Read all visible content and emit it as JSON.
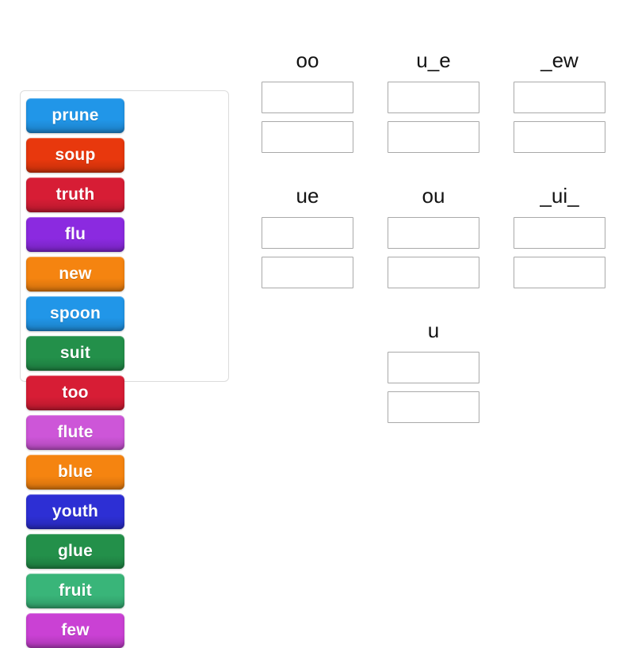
{
  "activity": {
    "type": "group-sort",
    "background_color": "#ffffff"
  },
  "tile_panel": {
    "name": "word-tile-tray",
    "border_color": "#dcdcdc",
    "tiles": [
      {
        "label": "prune",
        "color": "#2196e8"
      },
      {
        "label": "soup",
        "color": "#e8380d"
      },
      {
        "label": "truth",
        "color": "#d71d35"
      },
      {
        "label": "flu",
        "color": "#8b2ae0"
      },
      {
        "label": "new",
        "color": "#f58410"
      },
      {
        "label": "spoon",
        "color": "#2196e8"
      },
      {
        "label": "suit",
        "color": "#23904a"
      },
      {
        "label": "too",
        "color": "#d71d35"
      },
      {
        "label": "flute",
        "color": "#cd56d8"
      },
      {
        "label": "blue",
        "color": "#f58410"
      },
      {
        "label": "youth",
        "color": "#2d2fd4"
      },
      {
        "label": "glue",
        "color": "#23904a"
      },
      {
        "label": "fruit",
        "color": "#39b579"
      },
      {
        "label": "few",
        "color": "#ca41d4"
      }
    ]
  },
  "columns": [
    {
      "header": "oo",
      "slots": [
        "",
        ""
      ]
    },
    {
      "header": "u_e",
      "slots": [
        "",
        ""
      ]
    },
    {
      "header": "_ew",
      "slots": [
        "",
        ""
      ]
    },
    {
      "header": "ue",
      "slots": [
        "",
        ""
      ]
    },
    {
      "header": "ou",
      "slots": [
        "",
        ""
      ]
    },
    {
      "header": "_ui_",
      "slots": [
        "",
        ""
      ]
    },
    {
      "header": "u",
      "slots": [
        "",
        ""
      ]
    }
  ]
}
